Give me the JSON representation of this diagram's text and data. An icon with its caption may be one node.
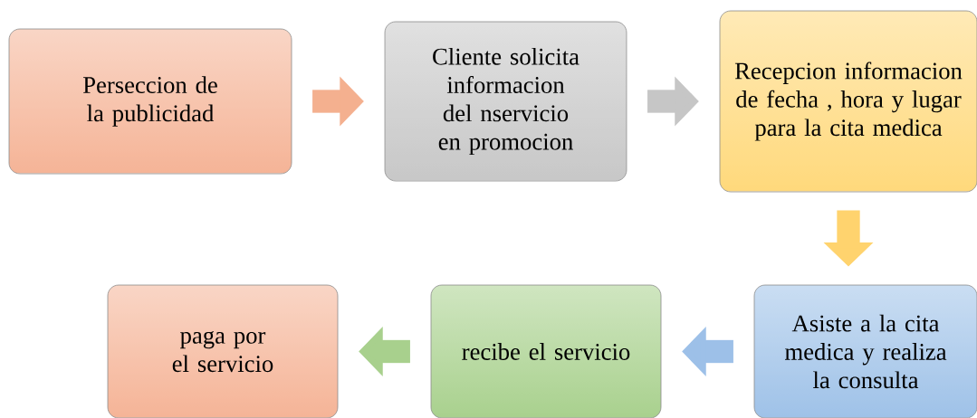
{
  "diagram": {
    "nodes": [
      {
        "text": [
          "Perseccion de la publicidad"
        ]
      },
      {
        "text": [
          "Cliente solicita informacion del nservicio en promocion"
        ]
      },
      {
        "text": [
          "Recepcion informacion de fecha , hora y lugar para la cita medica"
        ]
      },
      {
        "text": [
          "Asiste a la cita medica y realiza la consulta"
        ]
      },
      {
        "text": [
          "recibe el servicio"
        ]
      },
      {
        "text": [
          "paga por el servicio"
        ]
      }
    ],
    "edges": [
      {
        "from": 0,
        "to": 1,
        "arrow": "to",
        "color": "#f4b08f"
      },
      {
        "from": 1,
        "to": 2,
        "arrow": "to",
        "color": "#c6c6c6"
      },
      {
        "from": 2,
        "to": 3,
        "arrow": "to",
        "color": "#ffd36e"
      },
      {
        "from": 3,
        "to": 4,
        "arrow": "to",
        "color": "#9dc0e8"
      },
      {
        "from": 4,
        "to": 5,
        "arrow": "to",
        "color": "#a8d08d"
      }
    ]
  }
}
